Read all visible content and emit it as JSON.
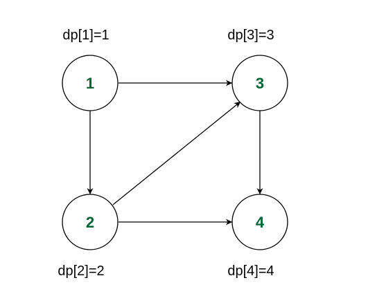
{
  "colors": {
    "background": "#ffffff",
    "node_stroke": "#000000",
    "node_fill": "#ffffff",
    "node_text": "#006633",
    "edge": "#000000",
    "label_text": "#000000"
  },
  "nodes": [
    {
      "id": "1",
      "label": "1",
      "dp_label": "dp[1]=1"
    },
    {
      "id": "2",
      "label": "2",
      "dp_label": "dp[2]=2"
    },
    {
      "id": "3",
      "label": "3",
      "dp_label": "dp[3]=3"
    },
    {
      "id": "4",
      "label": "4",
      "dp_label": "dp[4]=4"
    }
  ],
  "edges": [
    {
      "from": "1",
      "to": "3"
    },
    {
      "from": "1",
      "to": "2"
    },
    {
      "from": "2",
      "to": "3"
    },
    {
      "from": "2",
      "to": "4"
    },
    {
      "from": "3",
      "to": "4"
    }
  ]
}
